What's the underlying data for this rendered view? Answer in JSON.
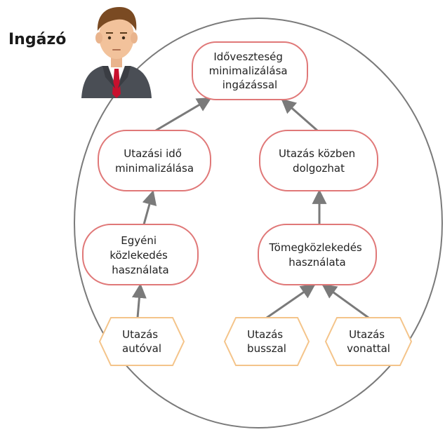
{
  "actor": {
    "name": "Ingázó",
    "icon": "businessman-avatar-icon"
  },
  "colors": {
    "goal_stroke": "#e07878",
    "task_stroke": "#f4c48a",
    "link": "#7a7a7a",
    "boundary": "#7a7a7a"
  },
  "goals": {
    "top": {
      "lines": [
        "Időveszteség",
        "minimalizálása",
        "ingázással"
      ]
    },
    "left_mid": {
      "lines": [
        "Utazási idő",
        "minimalizálása"
      ]
    },
    "right_mid": {
      "lines": [
        "Utazás közben",
        "dolgozhat"
      ]
    },
    "left_low": {
      "lines": [
        "Egyéni",
        "közlekedés",
        "használata"
      ]
    },
    "right_low": {
      "lines": [
        "Tömegközlekedés",
        "használata"
      ]
    }
  },
  "tasks": {
    "car": {
      "lines": [
        "Utazás",
        "autóval"
      ]
    },
    "bus": {
      "lines": [
        "Utazás",
        "busszal"
      ]
    },
    "train": {
      "lines": [
        "Utazás",
        "vonattal"
      ]
    }
  }
}
